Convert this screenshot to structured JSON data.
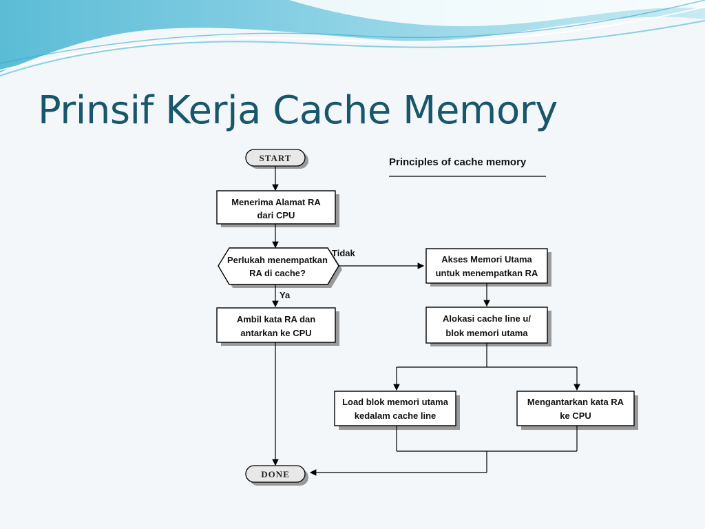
{
  "slide": {
    "title": "Prinsif Kerja Cache Memory"
  },
  "diagram": {
    "caption": "Principles of cache memory",
    "start": "START",
    "done": "DONE",
    "receive": [
      "Menerima Alamat RA",
      "dari CPU"
    ],
    "decision": [
      "Perlukah menempatkan",
      "RA di cache?"
    ],
    "yes_label": "Ya",
    "no_label": "Tidak",
    "fetch": [
      "Ambil kata RA dan",
      "antarkan ke CPU"
    ],
    "access_main": [
      "Akses Memori Utama",
      "untuk menempatkan RA"
    ],
    "allocate": [
      "Alokasi cache line u/",
      "blok memori utama"
    ],
    "load": [
      "Load blok memori utama",
      "kedalam cache line"
    ],
    "deliver": [
      "Mengantarkan kata RA",
      "ke CPU"
    ]
  },
  "colors": {
    "title": "#17566b",
    "wave_dark": "#4bb3cf",
    "wave_light": "#a6dbe9",
    "background": "#f3f7fa"
  }
}
